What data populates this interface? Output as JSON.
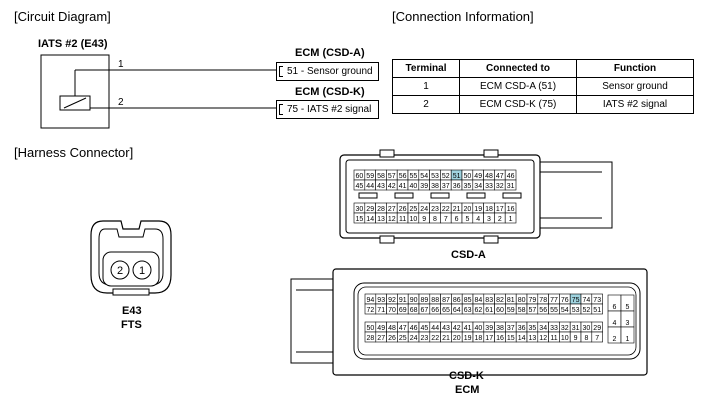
{
  "sections": {
    "circuit": "[Circuit Diagram]",
    "connection": "[Connection Information]",
    "harness": "[Harness Connector]"
  },
  "sensor": {
    "title": "IATS #2 (E43)",
    "pin1": "1",
    "pin2": "2"
  },
  "ecm_a": {
    "title": "ECM (CSD-A)",
    "box": "51 - Sensor ground"
  },
  "ecm_k": {
    "title": "ECM (CSD-K)",
    "box": "75 - IATS #2 signal"
  },
  "conn_table": {
    "headers": [
      "Terminal",
      "Connected to",
      "Function"
    ],
    "rows": [
      [
        "1",
        "ECM CSD-A (51)",
        "Sensor ground"
      ],
      [
        "2",
        "ECM CSD-K (75)",
        "IATS #2 signal"
      ]
    ]
  },
  "e43": {
    "pins": [
      "2",
      "1"
    ],
    "name": "E43",
    "sub": "FTS"
  },
  "csd_a": {
    "label": "CSD-A",
    "highlight": "51",
    "highlight_color": "#9fd3df",
    "row1": [
      "60",
      "59",
      "58",
      "57",
      "56",
      "55",
      "54",
      "53",
      "52",
      "51",
      "50",
      "49",
      "48",
      "47",
      "46"
    ],
    "row2": [
      "45",
      "44",
      "43",
      "42",
      "41",
      "40",
      "39",
      "38",
      "37",
      "36",
      "35",
      "34",
      "33",
      "32",
      "31"
    ],
    "row3": [
      "30",
      "29",
      "28",
      "27",
      "26",
      "25",
      "24",
      "23",
      "22",
      "21",
      "20",
      "19",
      "18",
      "17",
      "16"
    ],
    "row4": [
      "15",
      "14",
      "13",
      "12",
      "11",
      "10",
      "9",
      "8",
      "7",
      "6",
      "5",
      "4",
      "3",
      "2",
      "1"
    ]
  },
  "csd_k": {
    "label": "CSD-K",
    "sub": "ECM",
    "highlight": "75",
    "row1": [
      "94",
      "93",
      "92",
      "91",
      "90",
      "89",
      "88",
      "87",
      "86",
      "85",
      "84",
      "83",
      "82",
      "81",
      "80",
      "79",
      "78",
      "77",
      "76",
      "75",
      "74",
      "73"
    ],
    "row2": [
      "72",
      "71",
      "70",
      "69",
      "68",
      "67",
      "66",
      "65",
      "64",
      "63",
      "62",
      "61",
      "60",
      "59",
      "58",
      "57",
      "56",
      "55",
      "54",
      "53",
      "52",
      "51"
    ],
    "row3": [
      "50",
      "49",
      "48",
      "47",
      "46",
      "45",
      "44",
      "43",
      "42",
      "41",
      "40",
      "39",
      "38",
      "37",
      "36",
      "35",
      "34",
      "33",
      "32",
      "31",
      "30",
      "29"
    ],
    "row4": [
      "28",
      "27",
      "26",
      "25",
      "24",
      "23",
      "22",
      "21",
      "20",
      "19",
      "18",
      "17",
      "16",
      "15",
      "14",
      "13",
      "12",
      "11",
      "10",
      "9",
      "8",
      "7"
    ],
    "side": [
      [
        "6",
        "5"
      ],
      [
        "4",
        "3"
      ],
      [
        "2",
        "1"
      ]
    ]
  }
}
